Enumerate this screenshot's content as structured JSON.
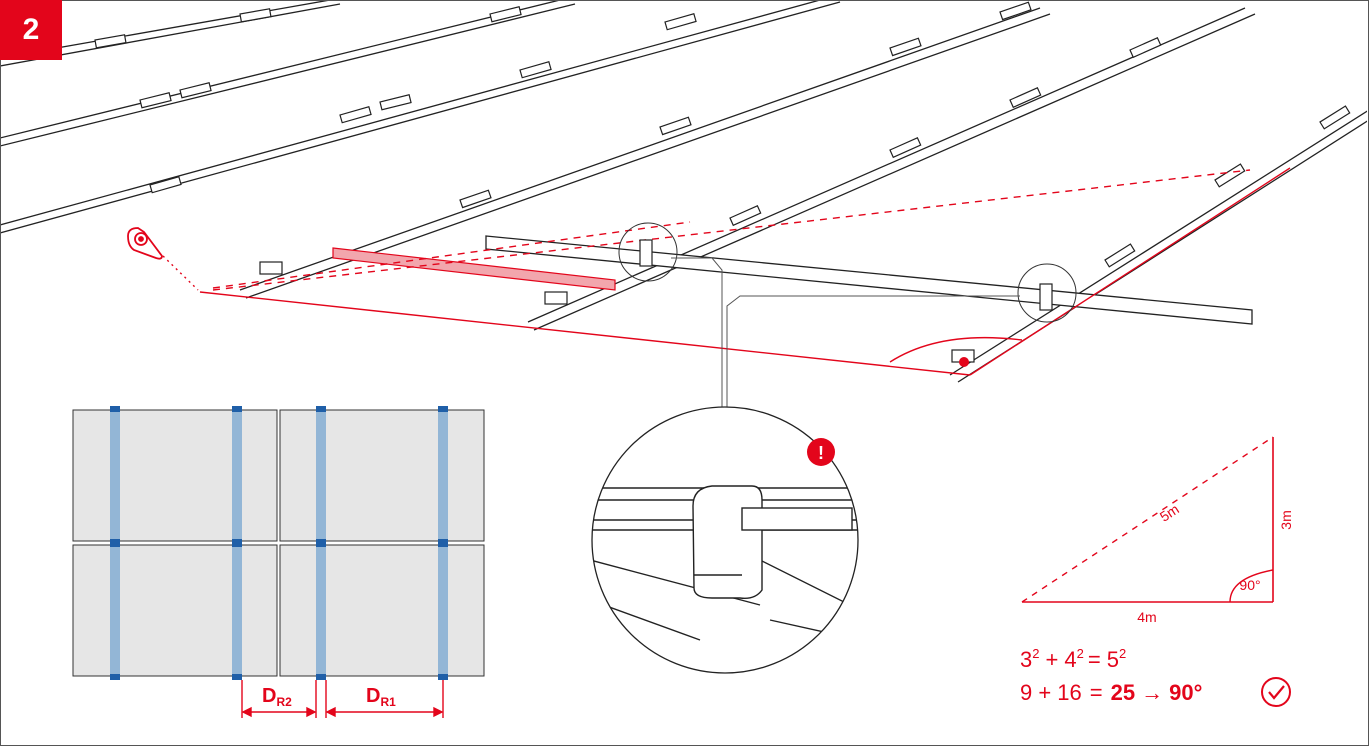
{
  "step_number": "2",
  "colors": {
    "accent_red": "#e3051b",
    "rail_blue": "#93b6d6",
    "rail_blue_dark": "#1f5fa8",
    "panel_fill": "#e6e6e6",
    "line_dark": "#222222"
  },
  "icons": {
    "laser_level": "laser-level-icon",
    "warning": "warning-icon",
    "checkmark": "checkmark-icon"
  },
  "layout_diagram": {
    "dimension_labels": [
      {
        "main": "D",
        "sub": "R2"
      },
      {
        "main": "D",
        "sub": "R1"
      }
    ]
  },
  "detail_callout": {
    "warning_symbol": "!"
  },
  "triangle": {
    "hypotenuse_label": "5m",
    "vertical_label": "3m",
    "base_label": "4m",
    "angle_label": "90°"
  },
  "formula": {
    "line1": {
      "a": "3",
      "exp": "2",
      "plus": "+",
      "b": "4",
      "eq": "=",
      "c": "5"
    },
    "line2": {
      "lhs": "9 + 16",
      "eq": "=",
      "result": "25",
      "arrow": "→",
      "angle": "90°"
    }
  }
}
